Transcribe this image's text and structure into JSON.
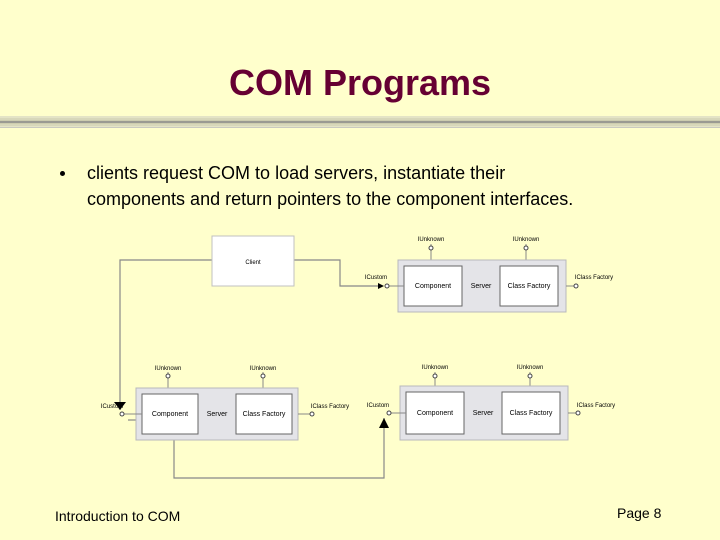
{
  "slide": {
    "title": "COM Programs",
    "bullet_line_1": "clients request COM to load servers, instantiate their",
    "bullet_line_2": "components and return pointers to the component interfaces."
  },
  "diagram": {
    "client_label": "Client",
    "top_server": {
      "iunknown_left": "IUnknown",
      "iunknown_right": "IUnknown",
      "icustom": "ICustom",
      "component": "Component",
      "server": "Server",
      "class_factory": "Class Factory",
      "iclassfactory": "IClass Factory"
    },
    "bottom_left_server": {
      "iunknown_left": "IUnknown",
      "iunknown_right": "IUnknown",
      "icustom": "ICustom",
      "component": "Component",
      "server": "Server",
      "class_factory": "Class Factory",
      "iclassfactory": "IClass Factory"
    },
    "bottom_right_server": {
      "iunknown_left": "IUnknown",
      "iunknown_right": "IUnknown",
      "icustom": "ICustom",
      "component": "Component",
      "server": "Server",
      "class_factory": "Class Factory",
      "iclassfactory": "IClass Factory"
    }
  },
  "footer": {
    "left": "Introduction to COM",
    "right": "Page 8"
  },
  "colors": {
    "background": "#ffffcc",
    "title": "#660033",
    "server_fill": "#e4e4e8",
    "connector": "#888888"
  }
}
